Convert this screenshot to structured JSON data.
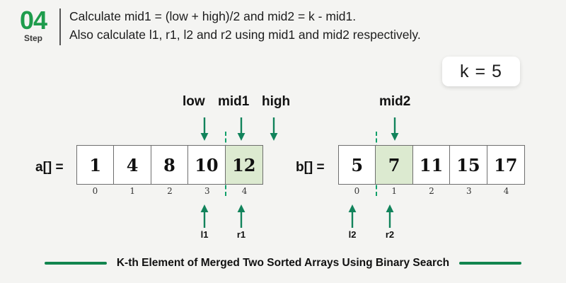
{
  "theme": {
    "background": "#f4f4f2",
    "accent_green": "#1e9c4c",
    "arrow_green": "#11835b",
    "dash_green": "#11a06a",
    "highlight_cell": "#dcead0",
    "footer_rule": "#12854f",
    "text_dark": "#111111"
  },
  "header": {
    "step_number": "04",
    "step_word": "Step",
    "line1": "Calculate mid1 = (low + high)/2 and mid2 = k - mid1.",
    "line2": "Also calculate l1, r1, l2 and r2 using mid1 and mid2 respectively."
  },
  "k_chip": {
    "label": "k = 5"
  },
  "arrays": [
    {
      "name": "a",
      "label": "a[] =",
      "values": [
        "1",
        "4",
        "8",
        "10",
        "12"
      ],
      "indices": [
        "0",
        "1",
        "2",
        "3",
        "4"
      ],
      "highlight_index": 4,
      "split_after_index": 3,
      "top_pointers": [
        {
          "name": "low",
          "label": "low",
          "cell": 3
        },
        {
          "name": "mid1",
          "label": "mid1",
          "cell": 4
        },
        {
          "name": "high",
          "label": "high",
          "cell": 5
        }
      ],
      "bottom_pointers": [
        {
          "name": "l1",
          "label": "l1",
          "cell": 3
        },
        {
          "name": "r1",
          "label": "r1",
          "cell": 4
        }
      ]
    },
    {
      "name": "b",
      "label": "b[] =",
      "values": [
        "5",
        "7",
        "11",
        "15",
        "17"
      ],
      "indices": [
        "0",
        "1",
        "2",
        "3",
        "4"
      ],
      "highlight_index": 1,
      "split_after_index": 0,
      "top_pointers": [
        {
          "name": "mid2",
          "label": "mid2",
          "cell": 1
        }
      ],
      "bottom_pointers": [
        {
          "name": "l2",
          "label": "l2",
          "cell": 0
        },
        {
          "name": "r2",
          "label": "r2",
          "cell": 1
        }
      ]
    }
  ],
  "footer": {
    "caption": "K-th Element of Merged Two Sorted Arrays Using Binary Search"
  }
}
